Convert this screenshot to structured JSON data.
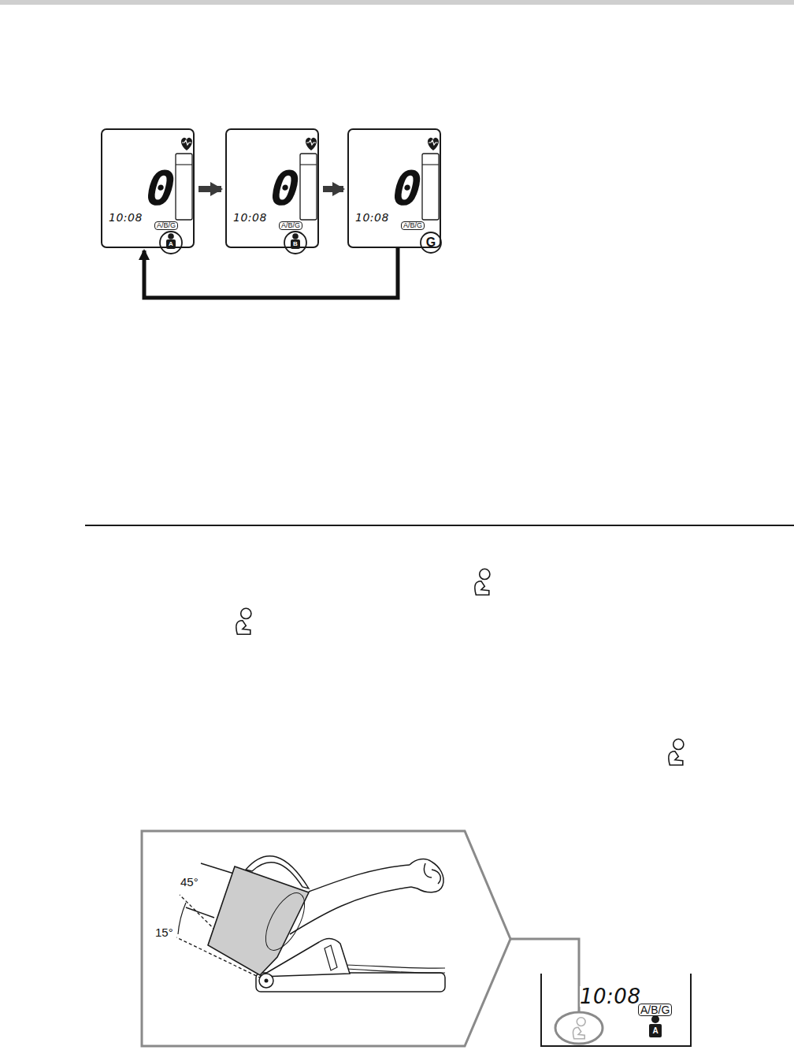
{
  "diagram": {
    "nodes": [
      {
        "text": [
          "0",
          "10:08",
          "A/B/G",
          "A"
        ]
      },
      {
        "text": [
          "0",
          "10:08",
          "A/B/G",
          "B"
        ]
      },
      {
        "text": [
          "0",
          "10:08",
          "A/B/G",
          "G"
        ]
      },
      {
        "text": [
          "10:08",
          "A/B/G",
          "A"
        ]
      }
    ],
    "edges": [
      {
        "from": 0,
        "to": 1,
        "arrow": "to"
      },
      {
        "from": 1,
        "to": 2,
        "arrow": "to"
      },
      {
        "from": 2,
        "to": 0,
        "arrow": "to"
      }
    ],
    "labels": [
      "45°",
      "15°"
    ]
  }
}
